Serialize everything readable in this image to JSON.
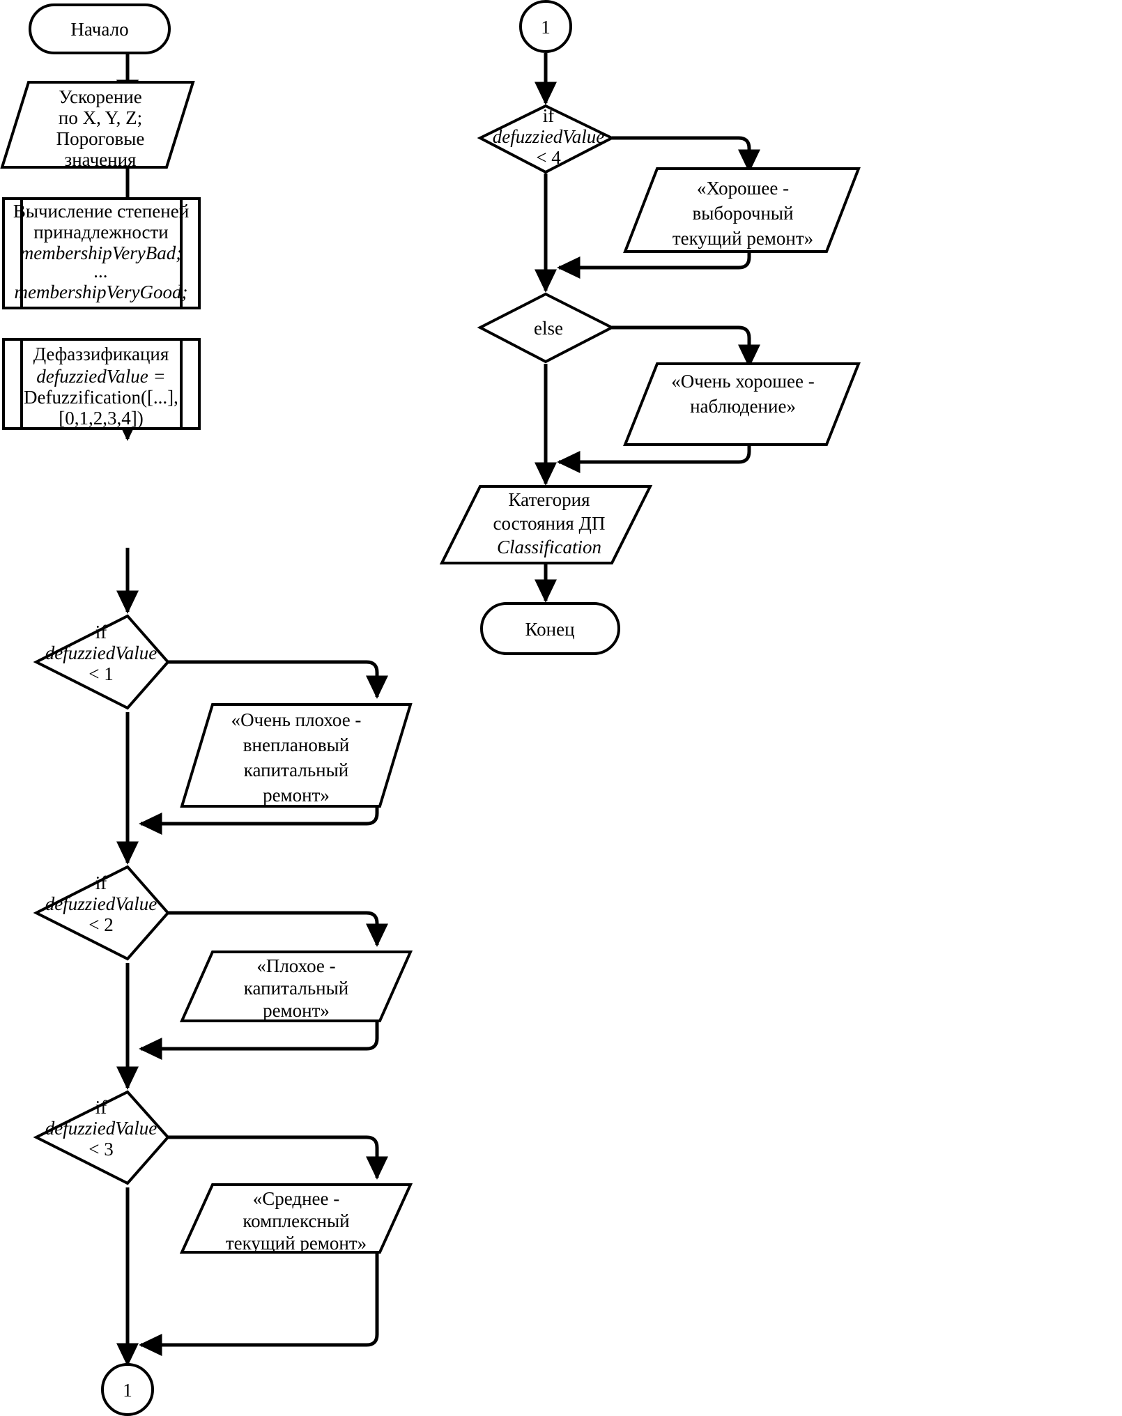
{
  "diagram": {
    "title": "Алгоритм нечёткой классификации состояния ДП",
    "language": "ru",
    "stroke_color": "#000000",
    "fill_color": "#ffffff",
    "background": "#ffffff"
  },
  "nodes": {
    "start": {
      "type": "terminator",
      "lines": [
        "Начало"
      ]
    },
    "input_data": {
      "type": "data",
      "lines": [
        "Ускорение",
        "по X, Y, Z;",
        "Пороговые",
        "значения"
      ],
      "italic_lines": [
        false,
        false,
        false,
        false
      ]
    },
    "membership": {
      "type": "predefined-process",
      "lines": [
        "Вычисление степеней",
        "принадлежности",
        "membershipVeryBad;",
        "...",
        "membershipVeryGood;"
      ],
      "italic_lines": [
        false,
        false,
        true,
        true,
        true
      ]
    },
    "defuzzification": {
      "type": "predefined-process",
      "lines": [
        "Дефаззификация",
        "defuzziedValue =",
        "Defuzzification([...],",
        "[0,1,2,3,4])"
      ],
      "italic_lines": [
        false,
        true,
        false,
        false
      ]
    },
    "if_lt_1": {
      "type": "decision",
      "lines": [
        "if",
        "defuzziedValue",
        "< 1"
      ],
      "italic_lines": [
        false,
        true,
        false
      ]
    },
    "out_very_bad": {
      "type": "data",
      "lines": [
        "«Очень плохое -",
        "внеплановый",
        "капитальный",
        "ремонт»"
      ]
    },
    "if_lt_2": {
      "type": "decision",
      "lines": [
        "if",
        "defuzziedValue",
        "< 2"
      ],
      "italic_lines": [
        false,
        true,
        false
      ]
    },
    "out_bad": {
      "type": "data",
      "lines": [
        "«Плохое -",
        "капитальный",
        "ремонт»"
      ]
    },
    "if_lt_3": {
      "type": "decision",
      "lines": [
        "if",
        "defuzziedValue",
        "< 3"
      ],
      "italic_lines": [
        false,
        true,
        false
      ]
    },
    "out_medium": {
      "type": "data",
      "lines": [
        "«Среднее -",
        "комплексный",
        "текущий ремонт»"
      ]
    },
    "connector_out": {
      "type": "connector",
      "lines": [
        "1"
      ]
    },
    "connector_in": {
      "type": "connector",
      "lines": [
        "1"
      ]
    },
    "if_lt_4": {
      "type": "decision",
      "lines": [
        "if",
        "defuzziedValue",
        "< 4"
      ],
      "italic_lines": [
        false,
        true,
        false
      ]
    },
    "out_good": {
      "type": "data",
      "lines": [
        "«Хорошее -",
        "выборочный",
        "текущий ремонт»"
      ]
    },
    "else_branch": {
      "type": "decision",
      "lines": [
        "else"
      ],
      "italic_lines": [
        false
      ]
    },
    "out_very_good": {
      "type": "data",
      "lines": [
        "«Очень хорошее -",
        "наблюдение»"
      ]
    },
    "out_category": {
      "type": "data",
      "lines": [
        "Категория",
        "состояния ДП",
        "Classification"
      ],
      "italic_lines": [
        false,
        false,
        true
      ]
    },
    "end": {
      "type": "terminator",
      "lines": [
        "Конец"
      ]
    }
  },
  "edges": [
    {
      "from": "start",
      "to": "input_data"
    },
    {
      "from": "input_data",
      "to": "membership"
    },
    {
      "from": "membership",
      "to": "defuzzification"
    },
    {
      "from": "defuzzification",
      "to": "if_lt_1"
    },
    {
      "from": "if_lt_1",
      "to": "out_very_bad",
      "branch": "true"
    },
    {
      "from": "out_very_bad",
      "to": "if_lt_2"
    },
    {
      "from": "if_lt_1",
      "to": "if_lt_2",
      "branch": "false"
    },
    {
      "from": "if_lt_2",
      "to": "out_bad",
      "branch": "true"
    },
    {
      "from": "out_bad",
      "to": "if_lt_3"
    },
    {
      "from": "if_lt_2",
      "to": "if_lt_3",
      "branch": "false"
    },
    {
      "from": "if_lt_3",
      "to": "out_medium",
      "branch": "true"
    },
    {
      "from": "out_medium",
      "to": "connector_out"
    },
    {
      "from": "if_lt_3",
      "to": "connector_out",
      "branch": "false"
    },
    {
      "from": "connector_in",
      "to": "if_lt_4"
    },
    {
      "from": "if_lt_4",
      "to": "out_good",
      "branch": "true"
    },
    {
      "from": "out_good",
      "to": "else_branch"
    },
    {
      "from": "if_lt_4",
      "to": "else_branch",
      "branch": "false"
    },
    {
      "from": "else_branch",
      "to": "out_very_good",
      "branch": "true"
    },
    {
      "from": "out_very_good",
      "to": "out_category"
    },
    {
      "from": "else_branch",
      "to": "out_category",
      "branch": "false"
    },
    {
      "from": "out_category",
      "to": "end"
    }
  ]
}
